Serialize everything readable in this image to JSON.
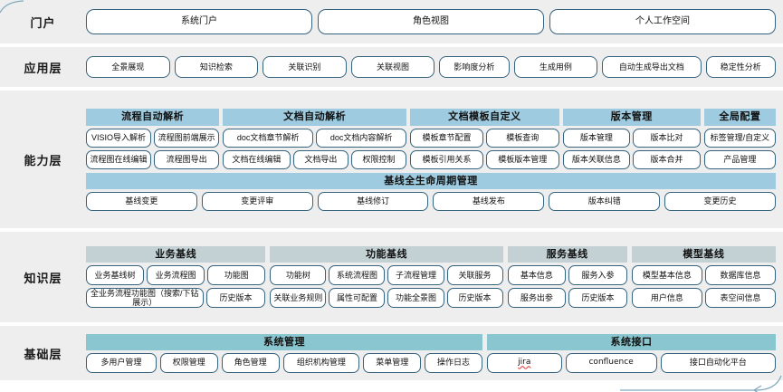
{
  "colors": {
    "band_bg": "#eeeeee",
    "pill_border": "#36647e",
    "capability_head": "#9ecbdf",
    "knowledge_head": "#c3d1d4",
    "foundation_head": "#8ac6cf",
    "page_bg": "#ffffff"
  },
  "layers": {
    "portal": {
      "label": "门户",
      "items": [
        "系统门户",
        "角色视图",
        "个人工作空间"
      ]
    },
    "application": {
      "label": "应用层",
      "items": [
        "全景展现",
        "知识检索",
        "关联识别",
        "关联视图",
        "影响度分析",
        "生成用例",
        "自动生成导出文档",
        "稳定性分析"
      ]
    },
    "capability": {
      "label": "能力层",
      "groups": [
        {
          "title": "流程自动解析",
          "row1": [
            "VISIO导入解析",
            "流程图前端展示"
          ],
          "row2": [
            "流程图在线编辑",
            "流程图导出"
          ]
        },
        {
          "title": "文档自动解析",
          "row1": [
            "doc文档章节解析",
            "doc文档内容解析"
          ],
          "row2": [
            "文档在线编辑",
            "文档导出",
            "权限控制"
          ]
        },
        {
          "title": "文档模板自定义",
          "row1": [
            "模板章节配置",
            "模板查询"
          ],
          "row2": [
            "模板引用关系",
            "模板版本管理"
          ]
        },
        {
          "title": "版本管理",
          "row1": [
            "版本管理",
            "版本比对"
          ],
          "row2": [
            "版本关联信息",
            "版本合并"
          ]
        },
        {
          "title": "全局配置",
          "row1": [
            "标签管理/自定义"
          ],
          "row2": [
            "产品管理"
          ]
        }
      ],
      "lifecycle": {
        "title": "基线全生命周期管理",
        "items": [
          "基线变更",
          "变更评审",
          "基线修订",
          "基线发布",
          "版本纠错",
          "变更历史"
        ]
      }
    },
    "knowledge": {
      "label": "知识层",
      "groups": [
        {
          "title": "业务基线",
          "row1": [
            "业务基线树",
            "业务流程图",
            "功能图"
          ],
          "row2": [
            "全业务流程功能图（搜索/下钻展示）",
            "历史版本"
          ]
        },
        {
          "title": "功能基线",
          "row1": [
            "功能树",
            "系统流程图",
            "子流程管理",
            "关联服务"
          ],
          "row2": [
            "关联业务规则",
            "属性可配置",
            "功能全景图",
            "历史版本"
          ]
        },
        {
          "title": "服务基线",
          "row1": [
            "基本信息",
            "服务入参"
          ],
          "row2": [
            "服务出参",
            "历史版本"
          ]
        },
        {
          "title": "模型基线",
          "row1": [
            "模型基本信息",
            "数据库信息"
          ],
          "row2": [
            "用户信息",
            "表空间信息"
          ]
        }
      ]
    },
    "foundation": {
      "label": "基础层",
      "groups": [
        {
          "title": "系统管理",
          "items": [
            "多用户管理",
            "权限管理",
            "角色管理",
            "组织机构管理",
            "菜单管理",
            "操作日志"
          ]
        },
        {
          "title": "系统接口",
          "items": [
            "jira",
            "confluence",
            "接口自动化平台"
          ]
        }
      ]
    }
  }
}
